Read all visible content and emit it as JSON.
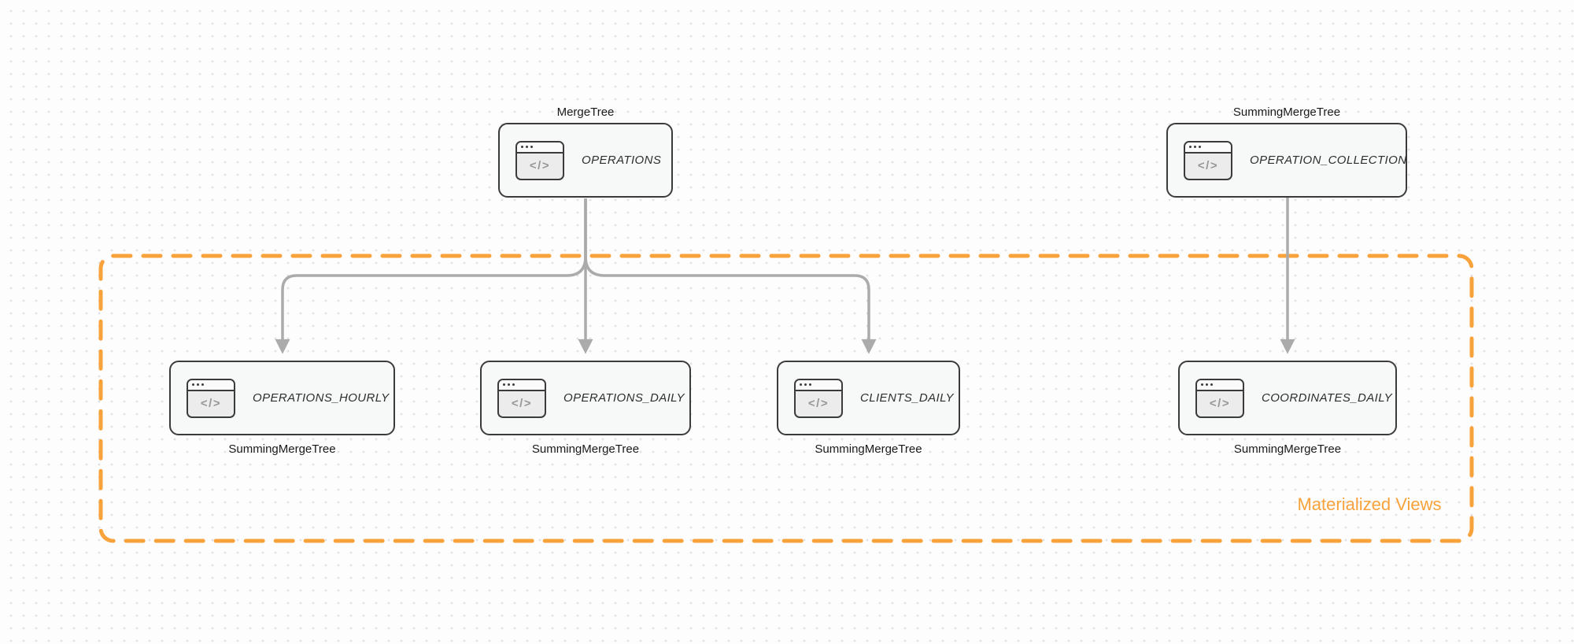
{
  "canvas": {
    "background": "#fdfdfd",
    "dot_color": "#e1e1e6"
  },
  "colors": {
    "accent_orange": "#F8A23C",
    "arrow_gray": "#ABABAB",
    "node_border": "#3b3b3b",
    "node_fill": "#f7f8f8",
    "node_text": "#2e2e2e",
    "engine_label_text": "#1a1a1a",
    "icon_glyph_gray": "#979797"
  },
  "icon": {
    "name": "code-window-icon",
    "glyph": "</>"
  },
  "group": {
    "label": "Materialized Views",
    "style": "orange-dashed-rounded-rect",
    "contains": [
      "OPERATIONS_HOURLY",
      "OPERATIONS_DAILY",
      "CLIENTS_DAILY",
      "COORDINATES_DAILY"
    ]
  },
  "nodes": [
    {
      "id": "operations",
      "table": "OPERATIONS",
      "engine": "MergeTree",
      "engine_position": "above"
    },
    {
      "id": "operation_collection",
      "table": "OPERATION_COLLECTION",
      "engine": "SummingMergeTree",
      "engine_position": "above"
    },
    {
      "id": "operations_hourly",
      "table": "OPERATIONS_HOURLY",
      "engine": "SummingMergeTree",
      "engine_position": "below"
    },
    {
      "id": "operations_daily",
      "table": "OPERATIONS_DAILY",
      "engine": "SummingMergeTree",
      "engine_position": "below"
    },
    {
      "id": "clients_daily",
      "table": "CLIENTS_DAILY",
      "engine": "SummingMergeTree",
      "engine_position": "below"
    },
    {
      "id": "coordinates_daily",
      "table": "COORDINATES_DAILY",
      "engine": "SummingMergeTree",
      "engine_position": "below"
    }
  ],
  "edges": [
    {
      "from": "OPERATIONS",
      "to": "OPERATIONS_HOURLY"
    },
    {
      "from": "OPERATIONS",
      "to": "OPERATIONS_DAILY"
    },
    {
      "from": "OPERATIONS",
      "to": "CLIENTS_DAILY"
    },
    {
      "from": "OPERATION_COLLECTION",
      "to": "COORDINATES_DAILY"
    }
  ]
}
